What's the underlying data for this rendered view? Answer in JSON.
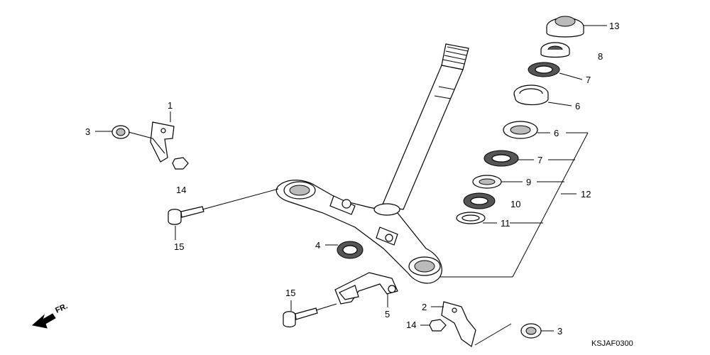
{
  "labels": {
    "n13": "13",
    "n8": "8",
    "n7a": "7",
    "n6a": "6",
    "n6b": "6",
    "n7b": "7",
    "n9": "9",
    "n12": "12",
    "n10": "10",
    "n11": "11",
    "n1": "1",
    "n3a": "3",
    "n14a": "14",
    "n15a": "15",
    "n4": "4",
    "n15b": "15",
    "n5": "5",
    "n2": "2",
    "n14b": "14",
    "n3b": "3"
  },
  "direction": "FR.",
  "diagram_code": "KSJAF0300"
}
